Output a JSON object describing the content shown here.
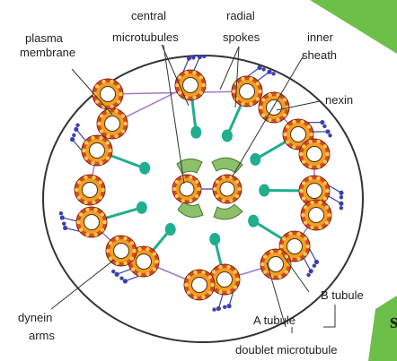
{
  "labels": {
    "plasma_membrane_1": "plasma",
    "plasma_membrane_2": "membrane",
    "central_microtubules_1": "central",
    "central_microtubules_2": "microtubules",
    "radial_spokes_1": "radial",
    "radial_spokes_2": "spokes",
    "inner_sheath_1": "inner",
    "inner_sheath_2": "sheath",
    "nexin": "nexin",
    "dynein_arms_1": "dynein",
    "dynein_arms_2": "arms",
    "a_tubule": "A tubule",
    "b_tubule": "B tubule",
    "doublet_microtubule": "doublet microtubule",
    "cropped_letter": "s"
  },
  "colors": {
    "outer_tubule": "#d9481f",
    "inner_tubule": "#f0a020",
    "subunit_dot": "#f6c85a",
    "radial_spoke": "#1fae8e",
    "inner_sheath": "#8cc06a",
    "dynein_arm": "#3a3fb0",
    "nexin_link": "#9b7bc8",
    "green_banner": "#6cc04a"
  }
}
